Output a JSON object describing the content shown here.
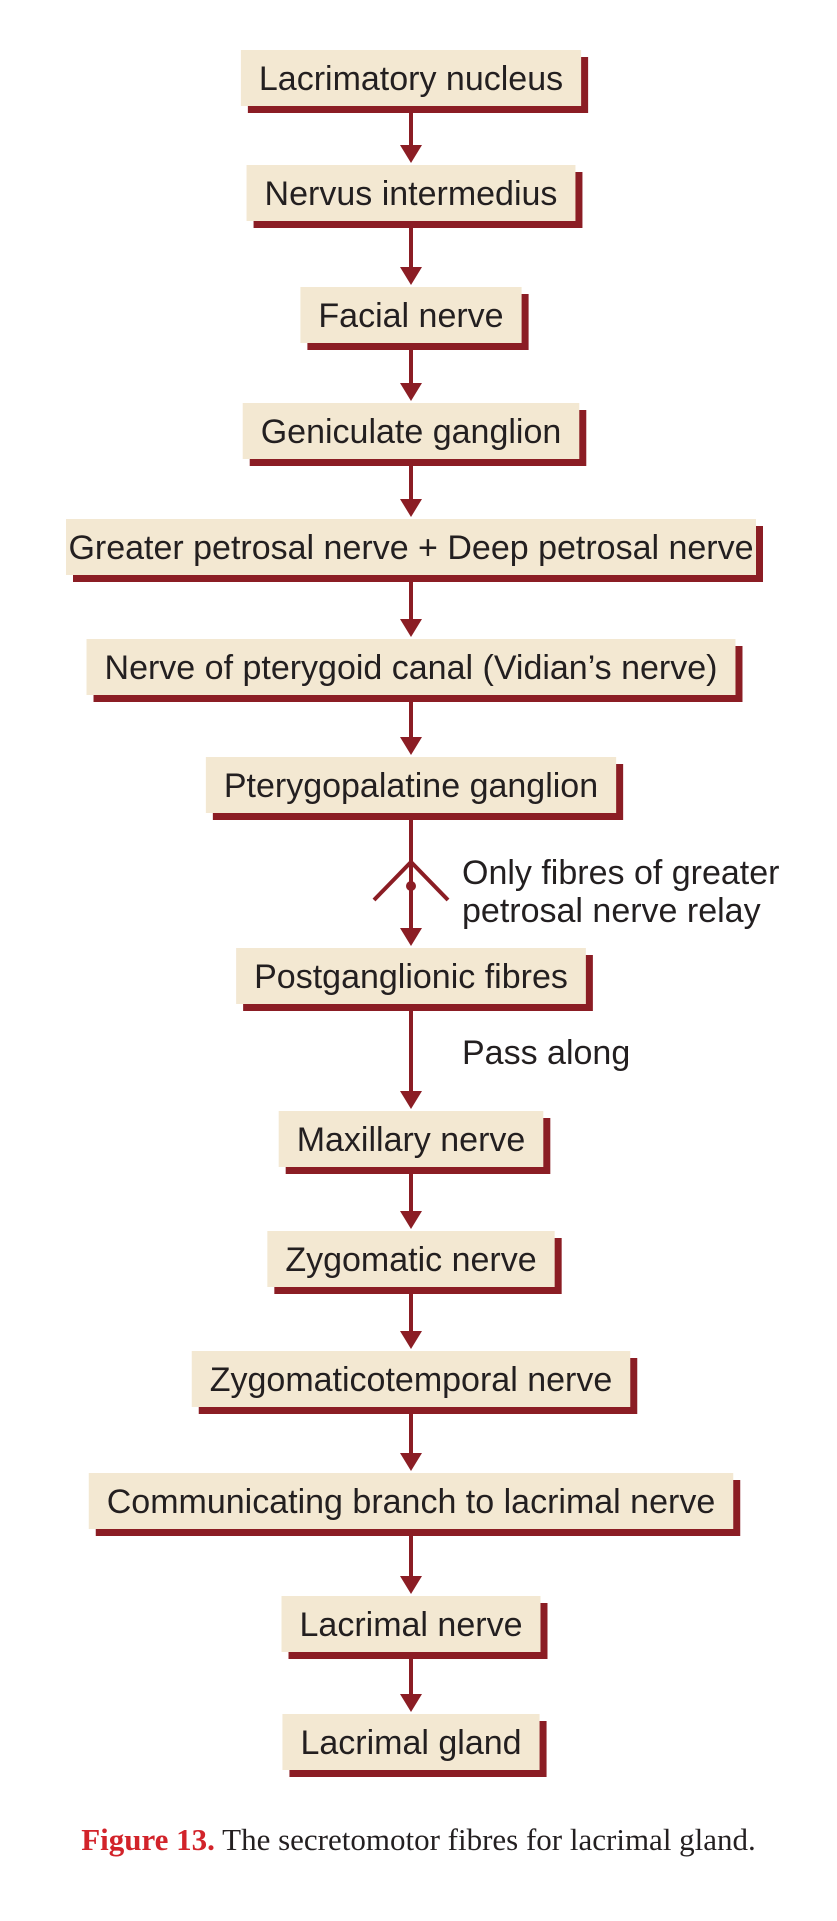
{
  "colors": {
    "box_fill": "#f3e8d2",
    "box_shadow": "#8b1d24",
    "arrow": "#8b1d24",
    "caption_label": "#d2232a",
    "text": "#231f20"
  },
  "flow": {
    "nodes": [
      "Lacrimatory nucleus",
      "Nervus intermedius",
      "Facial nerve",
      "Geniculate ganglion",
      "Greater petrosal nerve + Deep petrosal nerve",
      "Nerve of pterygoid canal (Vidian’s nerve)",
      "Pterygopalatine ganglion",
      "Postganglionic fibres",
      "Maxillary nerve",
      "Zygomatic nerve",
      "Zygomaticotemporal nerve",
      "Communicating branch to lacrimal nerve",
      "Lacrimal nerve",
      "Lacrimal gland"
    ],
    "relay_note": [
      "Only fibres of greater",
      "petrosal nerve relay"
    ],
    "pass_note": "Pass along"
  },
  "caption": {
    "label": "Figure 13.",
    "text": " The secretomotor fibres for lacrimal gland."
  }
}
